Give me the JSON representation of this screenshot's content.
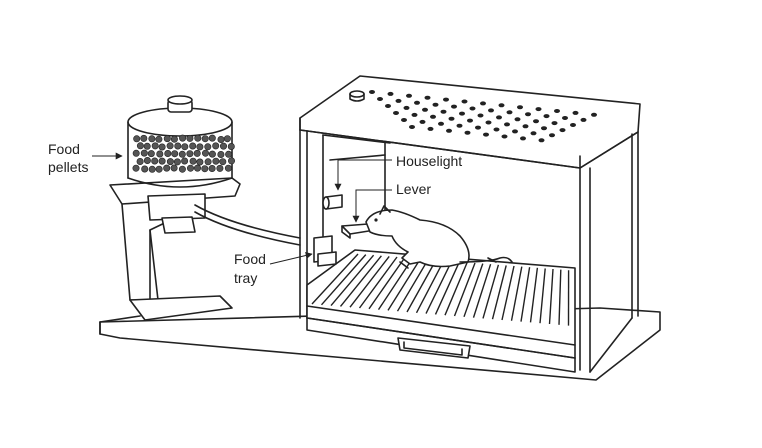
{
  "labels": {
    "food_pellets_line1": "Food",
    "food_pellets_line2": "pellets",
    "houselight": "Houselight",
    "lever": "Lever",
    "food_tray_line1": "Food",
    "food_tray_line2": "tray"
  }
}
